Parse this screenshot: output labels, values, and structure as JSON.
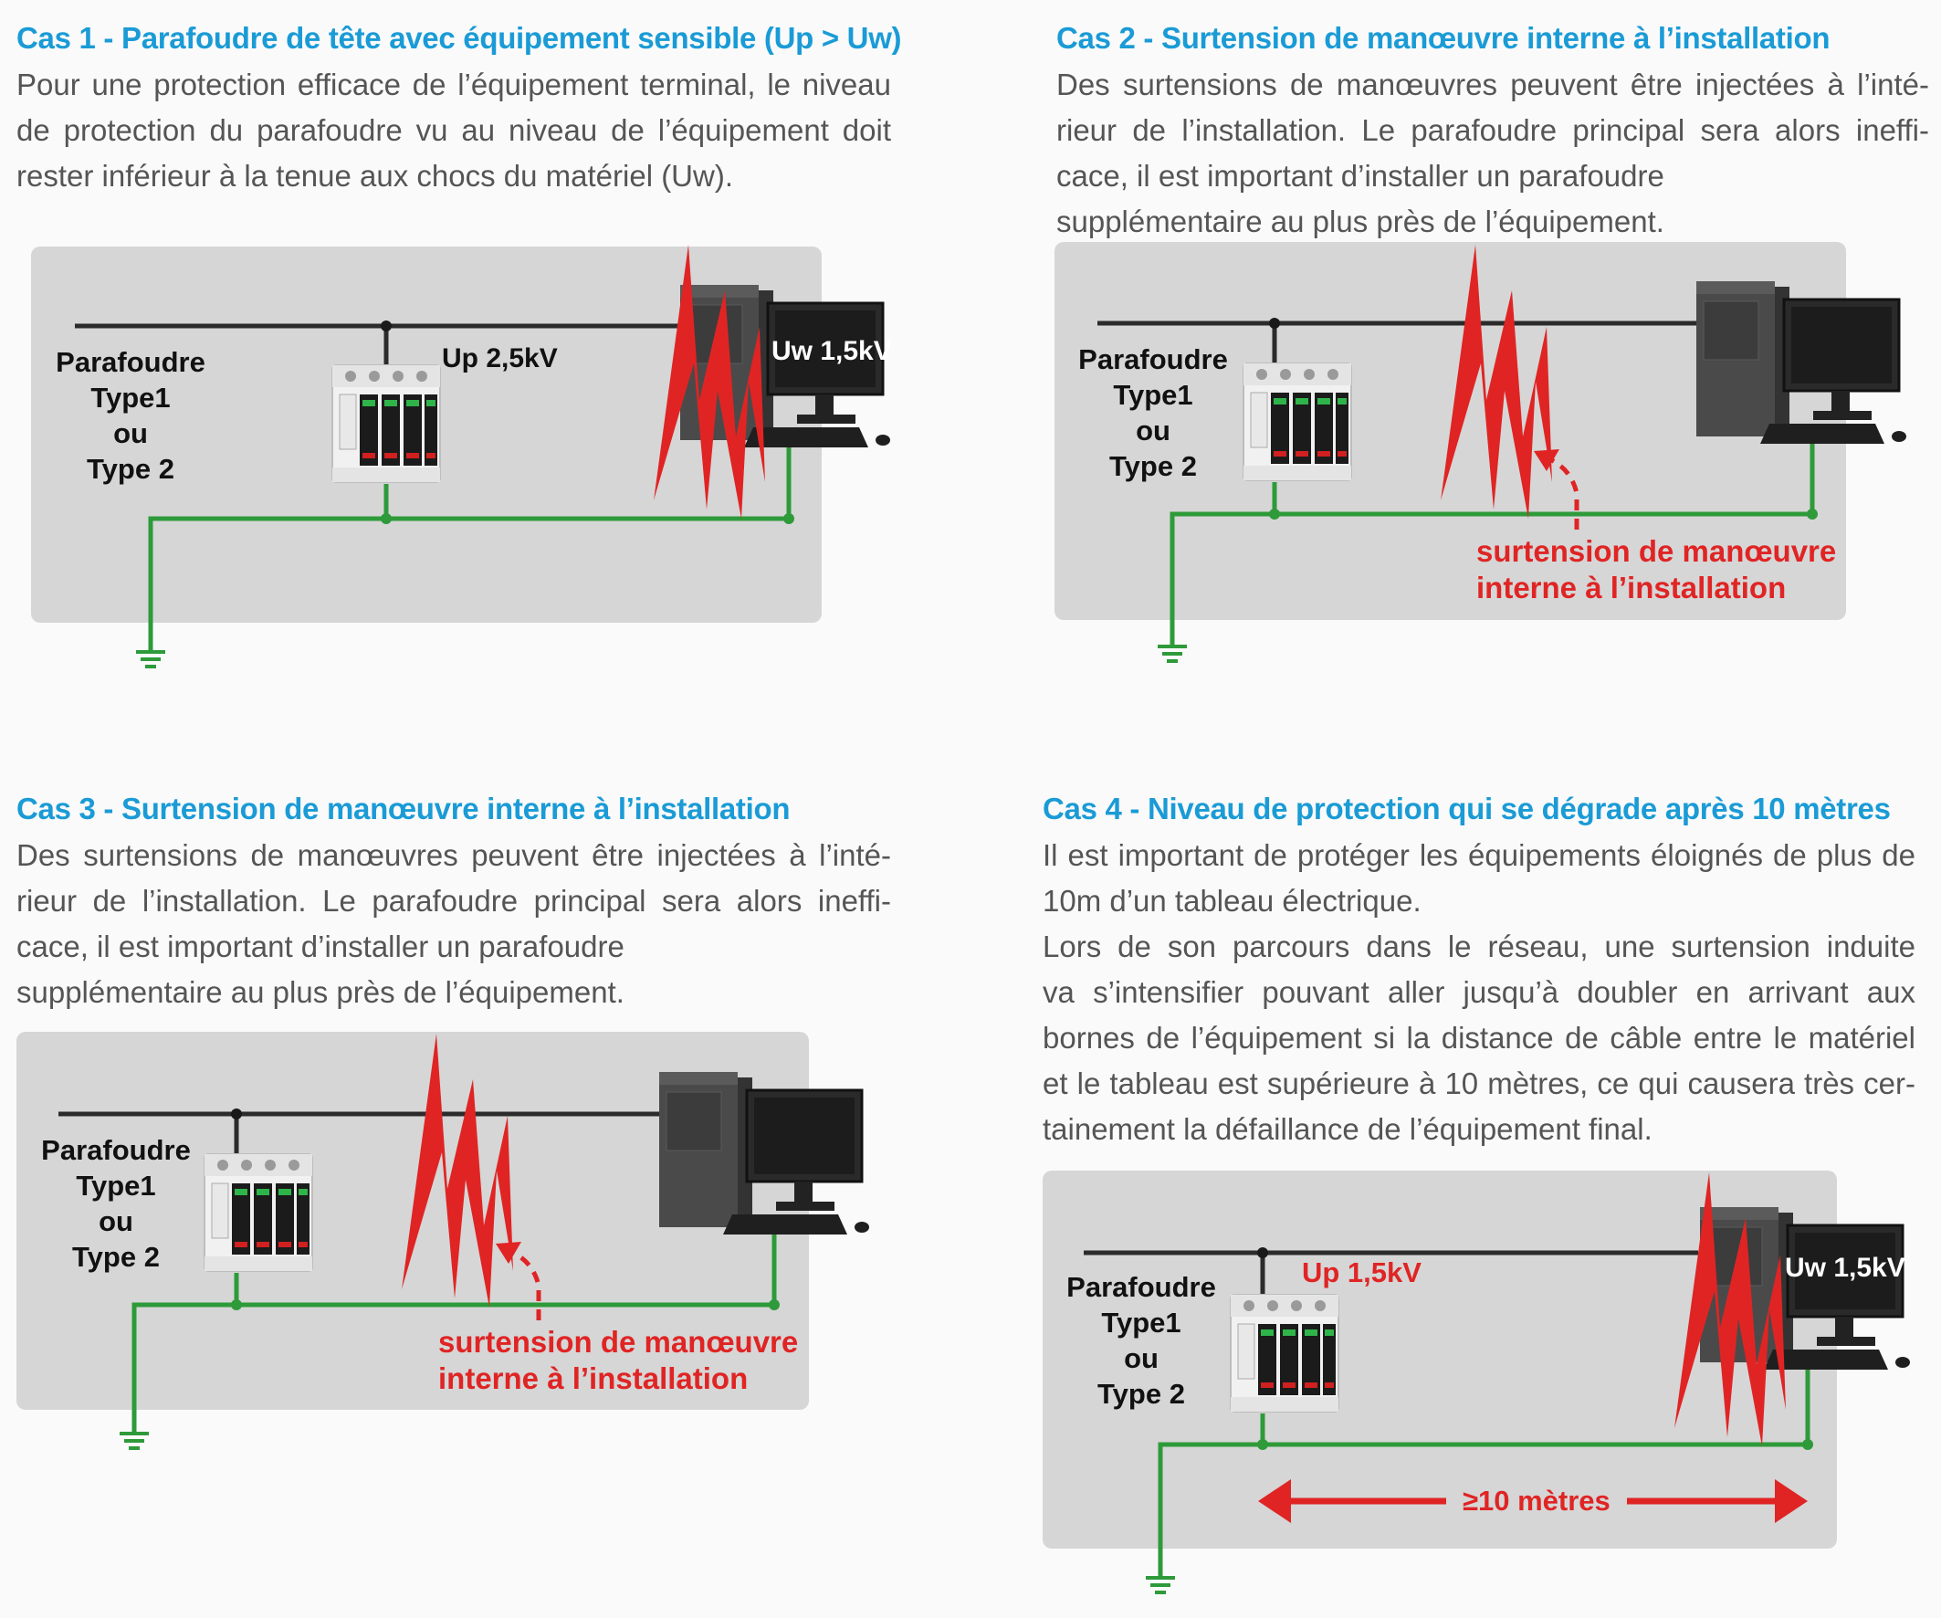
{
  "colors": {
    "title": "#1a9bd6",
    "body_text": "#555555",
    "panel": "#d6d6d6",
    "ground_wire": "#2e9a3a",
    "surge": "#e02424"
  },
  "icons": [
    "surge-arrester",
    "computer-tower",
    "monitor",
    "keyboard",
    "mouse",
    "ground-icon",
    "lightning-surge-icon"
  ],
  "case1": {
    "title": "Cas 1 - Parafoudre de tête avec équipement sensible (Up > Uw)",
    "lines": [
      "Pour une protection efficace de l’équipement terminal, le niveau",
      "de protection du parafoudre vu au niveau de l’équipement doit",
      "rester inférieur à la tenue aux chocs du matériel (Uw)."
    ],
    "label": [
      "Parafoudre",
      "Type1",
      "ou",
      "Type 2"
    ],
    "up": "Up 2,5kV",
    "uw": "Uw 1,5kV"
  },
  "case2": {
    "title": "Cas 2 -  Surtension de manœuvre interne à l’installation",
    "lines": [
      "Des surtensions de manœuvres peuvent être injectées à l’inté-",
      "rieur de l’installation. Le parafoudre  principal sera alors ineffi-",
      "cace, il est important d’installer un parafoudre",
      "supplémentaire au plus près de l’équipement."
    ],
    "label": [
      "Parafoudre",
      "Type1",
      "ou",
      "Type 2"
    ],
    "surge": [
      "surtension de manœuvre",
      "interne à l’installation"
    ]
  },
  "case3": {
    "title": "Cas 3 -  Surtension de manœuvre interne à l’installation",
    "lines": [
      "Des surtensions de manœuvres peuvent être injectées à l’inté-",
      "rieur de l’installation. Le parafoudre  principal sera alors ineffi-",
      "cace, il est important d’installer un parafoudre",
      "supplémentaire au plus près de l’équipement."
    ],
    "label": [
      "Parafoudre",
      "Type1",
      "ou",
      "Type 2"
    ],
    "surge": [
      "surtension de manœuvre",
      "interne à l’installation"
    ]
  },
  "case4": {
    "title": "Cas 4 - Niveau de protection qui se dégrade après 10 mètres",
    "lines": [
      "Il  est important de protéger les équipements éloignés de plus de",
      "10m d’un tableau électrique.",
      "Lors de son parcours dans le réseau, une surtension induite",
      "va s’intensifier pouvant aller jusqu’à doubler en arrivant aux",
      "bornes de l’équipement si la distance de câble entre le matériel",
      "et le tableau est supérieure à 10 mètres, ce qui causera très cer-",
      "tainement la défaillance de l’équipement final."
    ],
    "label": [
      "Parafoudre",
      "Type1",
      "ou",
      "Type 2"
    ],
    "up": "Up 1,5kV",
    "uw": "Uw 1,5kV",
    "distance": "≥10 mètres"
  }
}
